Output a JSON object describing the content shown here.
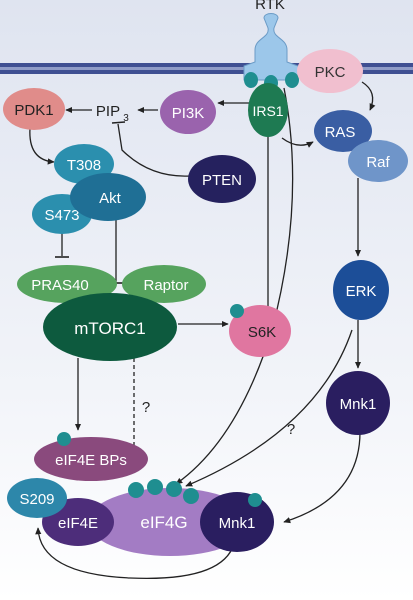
{
  "colors": {
    "background_top": "#dfe4f0",
    "background_bottom": "#ffffff",
    "membrane": "#3f4f92",
    "receptor": "#9cc7ea",
    "arrow": "#222222",
    "phospho_dot": "#1f8e90",
    "pkc": "#f1bfcf",
    "pdk1": "#e08c8a",
    "pi3k": "#9a63ad",
    "irs1": "#1e7a52",
    "pten": "#25215e",
    "akt_group": "#2b8fae",
    "ras": "#3a5ea3",
    "raf": "#6f95c9",
    "pras40": "#56a35e",
    "raptor": "#56a35e",
    "mtorc1": "#0d5a3e",
    "s6k": "#e076a0",
    "erk": "#1c4e98",
    "mnk1_upper": "#2a1e60",
    "eif4e_bps": "#8a4a7d",
    "s209": "#2d87aa",
    "eif4e": "#4d2d7a",
    "eif4g": "#a37cc4",
    "mnk1_lower": "#2a1e60"
  },
  "labels": {
    "rtk": "RTK",
    "pkc": "PKC",
    "pdk1": "PDK1",
    "pip3_main": "PIP",
    "pip3_sub": "3",
    "pi3k": "PI3K",
    "irs1": "IRS1",
    "ras": "RAS",
    "raf": "Raf",
    "t308": "T308",
    "akt": "Akt",
    "s473": "S473",
    "pten": "PTEN",
    "pras40": "PRAS40",
    "raptor": "Raptor",
    "mtorc1": "mTORC1",
    "s6k": "S6K",
    "erk": "ERK",
    "mnk1_upper": "Mnk1",
    "eif4e_bps": "eIF4E BPs",
    "s209": "S209",
    "eif4e": "eIF4E",
    "eif4g": "eIF4G",
    "mnk1_lower": "Mnk1",
    "q1": "?",
    "q2": "?"
  }
}
